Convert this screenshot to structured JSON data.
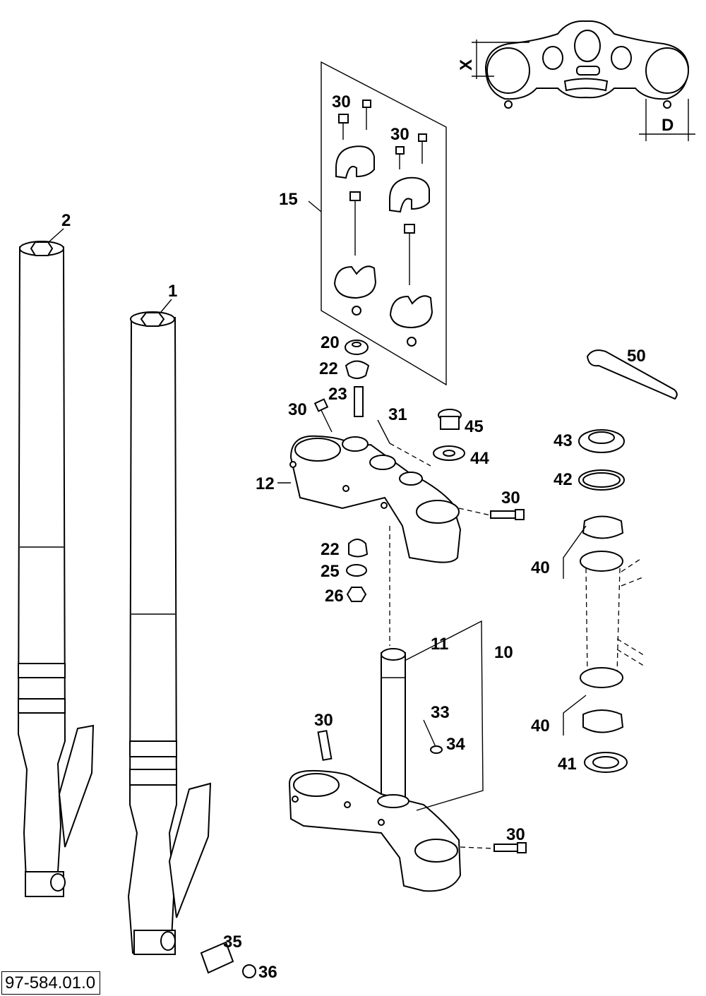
{
  "reference": "97-584.01.0",
  "dimensions": {
    "x": "X",
    "d": "D"
  },
  "labels": {
    "p1": "1",
    "p2": "2",
    "p10": "10",
    "p11": "11",
    "p12": "12",
    "p15": "15",
    "p20": "20",
    "p22a": "22",
    "p22b": "22",
    "p23": "23",
    "p25": "25",
    "p26": "26",
    "p30a": "30",
    "p30b": "30",
    "p30c": "30",
    "p30d": "30",
    "p30e": "30",
    "p30f": "30",
    "p31": "31",
    "p33": "33",
    "p34": "34",
    "p35": "35",
    "p36": "36",
    "p40a": "40",
    "p40b": "40",
    "p41": "41",
    "p42": "42",
    "p43": "43",
    "p44": "44",
    "p45": "45",
    "p50": "50"
  }
}
